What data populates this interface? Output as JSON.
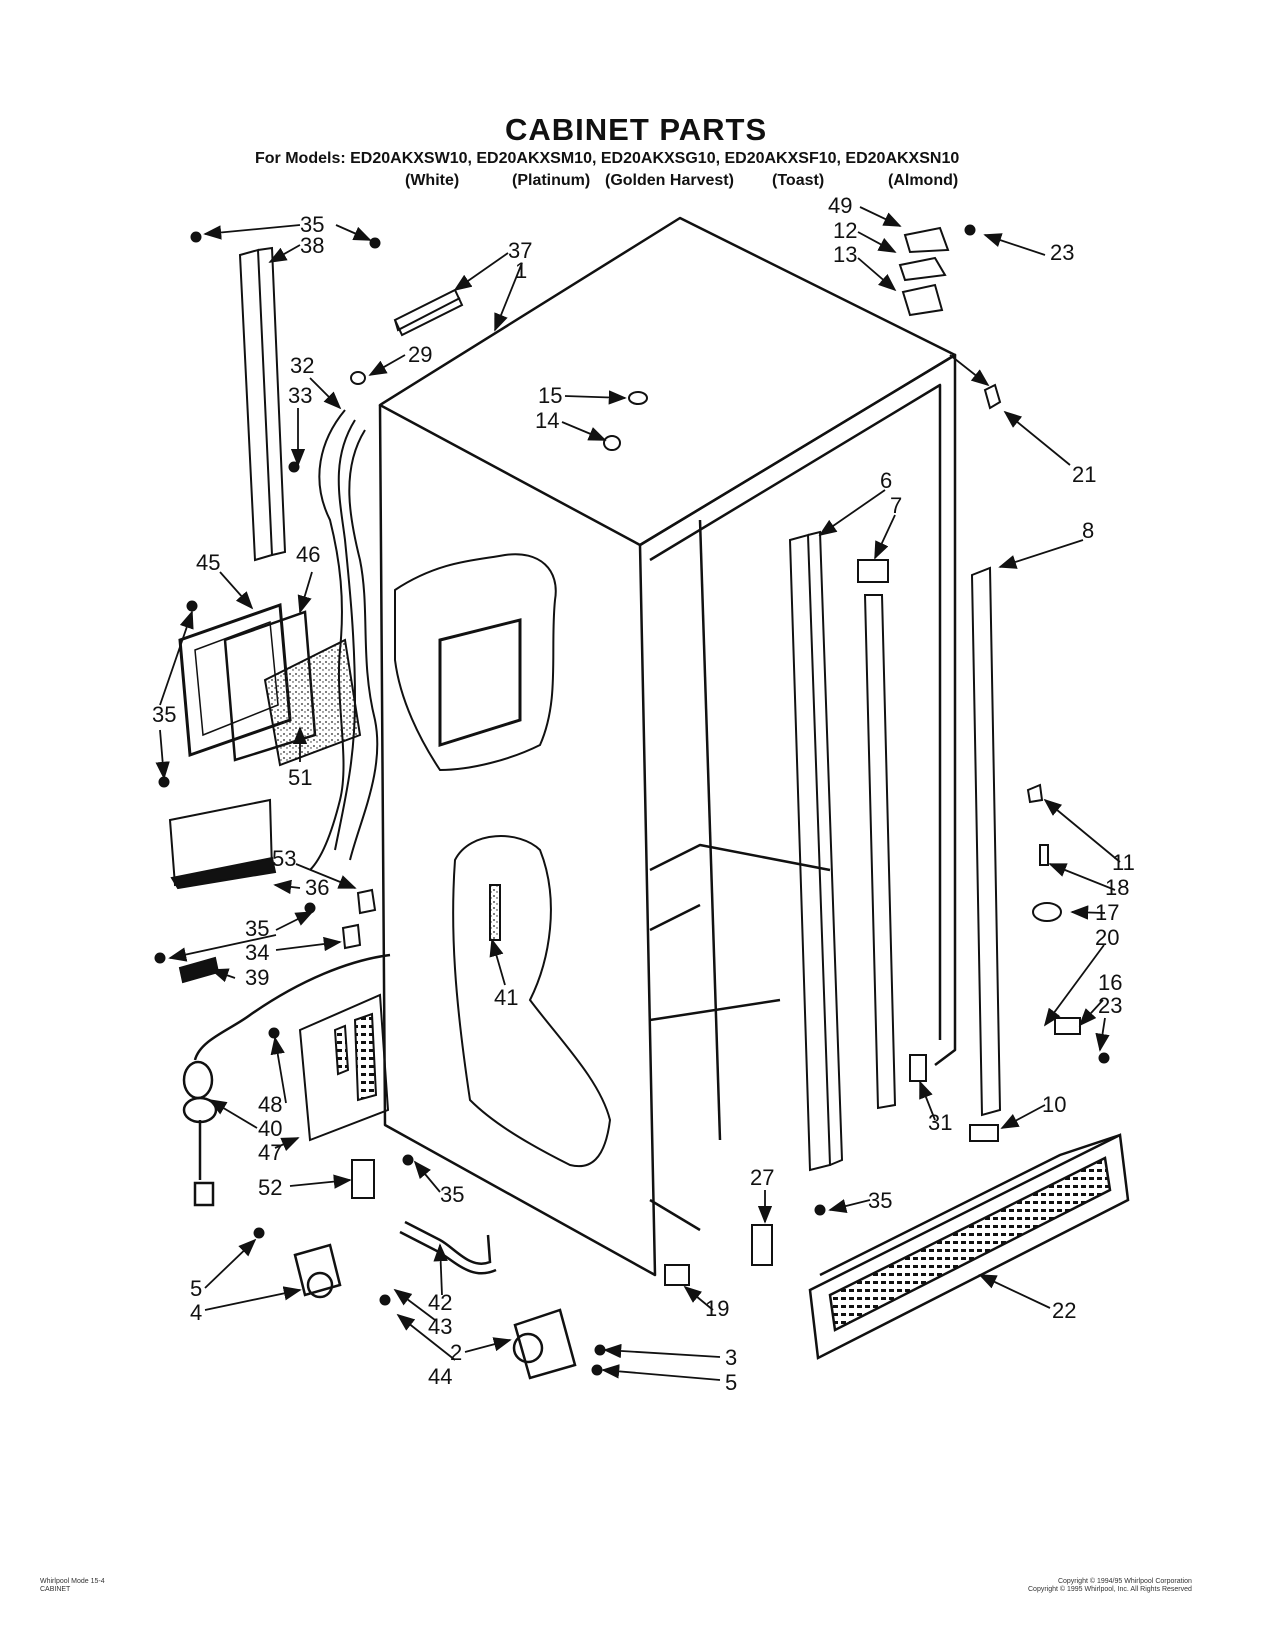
{
  "title": "CABINET PARTS",
  "models_line": "For Models:  ED20AKXSW10, ED20AKXSM10, ED20AKXSG10, ED20AKXSF10, ED20AKXSN10",
  "model_colors": [
    "(White)",
    "(Platinum)",
    "(Golden Harvest)",
    "(Toast)",
    "(Almond)"
  ],
  "callouts": [
    "35",
    "38",
    "37",
    "1",
    "49",
    "12",
    "13",
    "23",
    "29",
    "32",
    "33",
    "15",
    "14",
    "21",
    "6",
    "7",
    "8",
    "45",
    "46",
    "35",
    "51",
    "53",
    "36",
    "35",
    "34",
    "39",
    "41",
    "11",
    "18",
    "17",
    "20",
    "16",
    "23",
    "48",
    "40",
    "47",
    "52",
    "35",
    "31",
    "10",
    "27",
    "35",
    "5",
    "4",
    "42",
    "43",
    "44",
    "2",
    "3",
    "5",
    "19",
    "22"
  ],
  "footer_left": [
    "Whirlpool Mode 15-4",
    "CABINET"
  ],
  "footer_right": [
    "Copyright © 1994/95 Whirlpool Corporation",
    "Copyright © 1995 Whirlpool, Inc. All Rights Reserved"
  ]
}
